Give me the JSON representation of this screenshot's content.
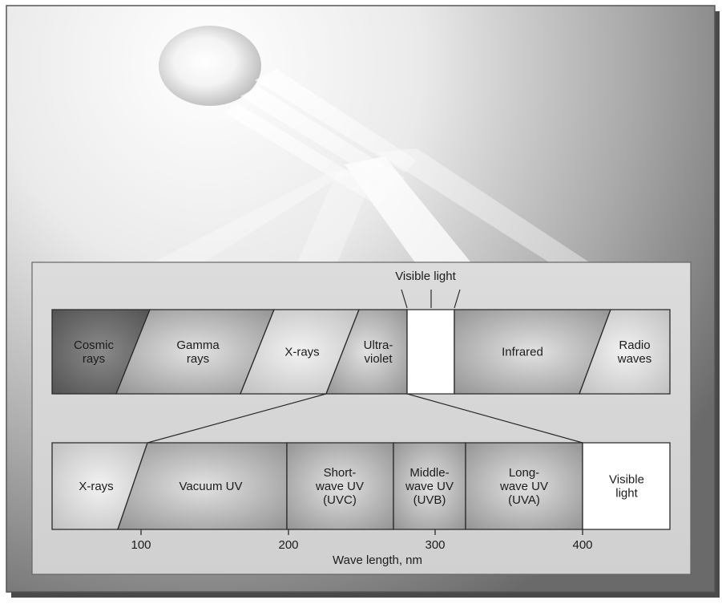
{
  "top_spectrum": {
    "callout_label": "Visible light",
    "bands": [
      {
        "lines": [
          "Cosmic",
          "rays"
        ],
        "shade": "dark"
      },
      {
        "lines": [
          "Gamma",
          "rays"
        ],
        "shade": "mid"
      },
      {
        "lines": [
          "X-rays"
        ],
        "shade": "light"
      },
      {
        "lines": [
          "Ultra-",
          "violet"
        ],
        "shade": "mid"
      },
      {
        "lines": [],
        "shade": "white"
      },
      {
        "lines": [
          "Infrared"
        ],
        "shade": "mid"
      },
      {
        "lines": [
          "Radio",
          "waves"
        ],
        "shade": "light"
      }
    ]
  },
  "uv_detail": {
    "bands": [
      {
        "lines": [
          "X-rays"
        ],
        "shade": "light"
      },
      {
        "lines": [
          "Vacuum UV"
        ],
        "shade": "mid"
      },
      {
        "lines": [
          "Short-",
          "wave UV",
          "(UVC)"
        ],
        "shade": "mid"
      },
      {
        "lines": [
          "Middle-",
          "wave UV",
          "(UVB)"
        ],
        "shade": "mid"
      },
      {
        "lines": [
          "Long-",
          "wave UV",
          "(UVA)"
        ],
        "shade": "mid"
      },
      {
        "lines": [
          "Visible",
          "light"
        ],
        "shade": "white"
      }
    ],
    "ticks": [
      "100",
      "200",
      "300",
      "400"
    ],
    "axis_label": "Wave length, nm"
  },
  "colors": {
    "frame": "#7d7d7d",
    "panel": "#d4d4d4",
    "band_dark": "#5c5c5c",
    "band_mid": "#a8a8a8",
    "band_light": "#cfcfcf",
    "outline": "#2a2a2a"
  }
}
